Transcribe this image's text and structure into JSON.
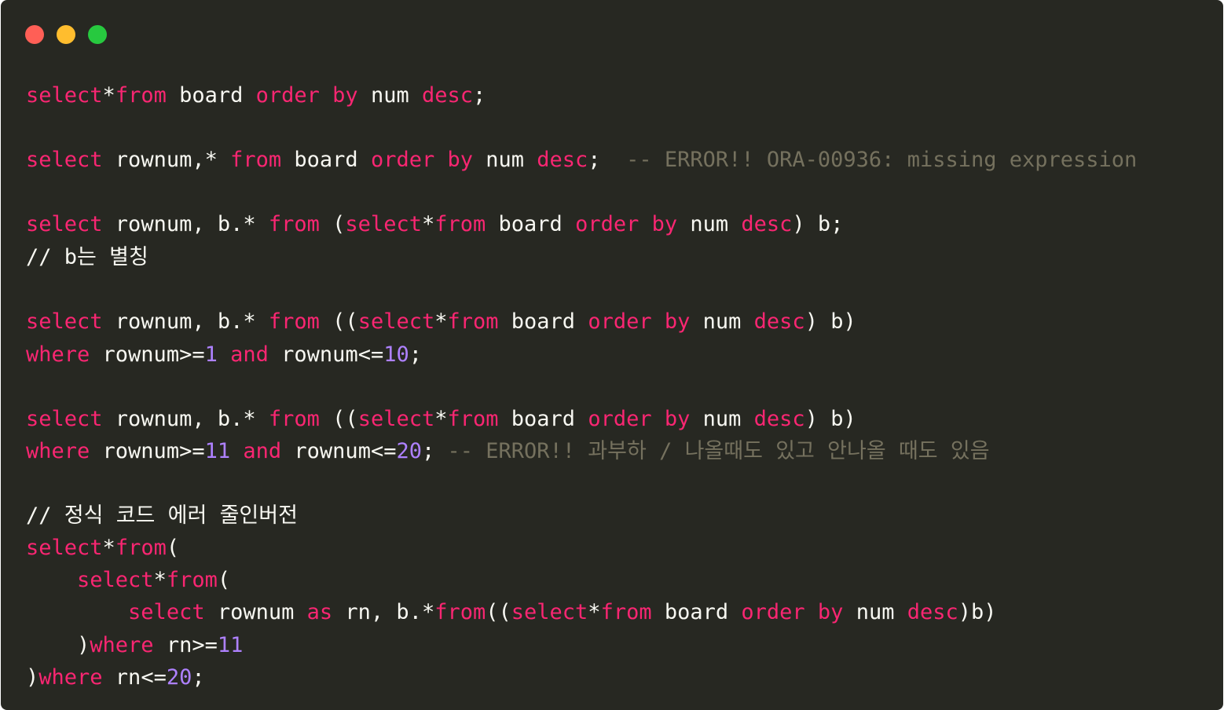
{
  "window": {
    "buttons": {
      "close_color": "#ff5f56",
      "minimize_color": "#ffbd2e",
      "maximize_color": "#27c93f"
    },
    "background": "#272822"
  },
  "theme": {
    "keyword": "#f92672",
    "number": "#ae81ff",
    "comment": "#75715e",
    "text": "#f8f8f2"
  },
  "code": {
    "lines": [
      [
        [
          "k",
          "select"
        ],
        [
          "p",
          "*"
        ],
        [
          "k",
          "from"
        ],
        [
          "p",
          " board "
        ],
        [
          "k",
          "order by"
        ],
        [
          "p",
          " num "
        ],
        [
          "k",
          "desc"
        ],
        [
          "p",
          ";"
        ]
      ],
      [],
      [
        [
          "k",
          "select"
        ],
        [
          "p",
          " rownum,* "
        ],
        [
          "k",
          "from"
        ],
        [
          "p",
          " board "
        ],
        [
          "k",
          "order by"
        ],
        [
          "p",
          " num "
        ],
        [
          "k",
          "desc"
        ],
        [
          "p",
          ";  "
        ],
        [
          "c",
          "-- ERROR!! ORA-00936: missing expression"
        ]
      ],
      [],
      [
        [
          "k",
          "select"
        ],
        [
          "p",
          " rownum, b.* "
        ],
        [
          "k",
          "from"
        ],
        [
          "p",
          " ("
        ],
        [
          "k",
          "select"
        ],
        [
          "p",
          "*"
        ],
        [
          "k",
          "from"
        ],
        [
          "p",
          " board "
        ],
        [
          "k",
          "order by"
        ],
        [
          "p",
          " num "
        ],
        [
          "k",
          "desc"
        ],
        [
          "p",
          ") b;"
        ]
      ],
      [
        [
          "p",
          "// b는 별칭"
        ]
      ],
      [],
      [
        [
          "k",
          "select"
        ],
        [
          "p",
          " rownum, b.* "
        ],
        [
          "k",
          "from"
        ],
        [
          "p",
          " (("
        ],
        [
          "k",
          "select"
        ],
        [
          "p",
          "*"
        ],
        [
          "k",
          "from"
        ],
        [
          "p",
          " board "
        ],
        [
          "k",
          "order by"
        ],
        [
          "p",
          " num "
        ],
        [
          "k",
          "desc"
        ],
        [
          "p",
          ") b)"
        ]
      ],
      [
        [
          "k",
          "where"
        ],
        [
          "p",
          " rownum>="
        ],
        [
          "n",
          "1"
        ],
        [
          "p",
          " "
        ],
        [
          "k",
          "and"
        ],
        [
          "p",
          " rownum<="
        ],
        [
          "n",
          "10"
        ],
        [
          "p",
          ";"
        ]
      ],
      [],
      [
        [
          "k",
          "select"
        ],
        [
          "p",
          " rownum, b.* "
        ],
        [
          "k",
          "from"
        ],
        [
          "p",
          " (("
        ],
        [
          "k",
          "select"
        ],
        [
          "p",
          "*"
        ],
        [
          "k",
          "from"
        ],
        [
          "p",
          " board "
        ],
        [
          "k",
          "order by"
        ],
        [
          "p",
          " num "
        ],
        [
          "k",
          "desc"
        ],
        [
          "p",
          ") b)"
        ]
      ],
      [
        [
          "k",
          "where"
        ],
        [
          "p",
          " rownum>="
        ],
        [
          "n",
          "11"
        ],
        [
          "p",
          " "
        ],
        [
          "k",
          "and"
        ],
        [
          "p",
          " rownum<="
        ],
        [
          "n",
          "20"
        ],
        [
          "p",
          "; "
        ],
        [
          "c",
          "-- ERROR!! 과부하 / 나올때도 있고 안나올 때도 있음"
        ]
      ],
      [],
      [
        [
          "p",
          "// 정식 코드 에러 줄인버전"
        ]
      ],
      [
        [
          "k",
          "select"
        ],
        [
          "p",
          "*"
        ],
        [
          "k",
          "from"
        ],
        [
          "p",
          "("
        ]
      ],
      [
        [
          "p",
          "    "
        ],
        [
          "k",
          "select"
        ],
        [
          "p",
          "*"
        ],
        [
          "k",
          "from"
        ],
        [
          "p",
          "("
        ]
      ],
      [
        [
          "p",
          "        "
        ],
        [
          "k",
          "select"
        ],
        [
          "p",
          " rownum "
        ],
        [
          "k",
          "as"
        ],
        [
          "p",
          " rn, b.*"
        ],
        [
          "k",
          "from"
        ],
        [
          "p",
          "(("
        ],
        [
          "k",
          "select"
        ],
        [
          "p",
          "*"
        ],
        [
          "k",
          "from"
        ],
        [
          "p",
          " board "
        ],
        [
          "k",
          "order by"
        ],
        [
          "p",
          " num "
        ],
        [
          "k",
          "desc"
        ],
        [
          "p",
          ")b)"
        ]
      ],
      [
        [
          "p",
          "    )"
        ],
        [
          "k",
          "where"
        ],
        [
          "p",
          " rn>="
        ],
        [
          "n",
          "11"
        ]
      ],
      [
        [
          "p",
          ")"
        ],
        [
          "k",
          "where"
        ],
        [
          "p",
          " rn<="
        ],
        [
          "n",
          "20"
        ],
        [
          "p",
          ";"
        ]
      ]
    ]
  }
}
